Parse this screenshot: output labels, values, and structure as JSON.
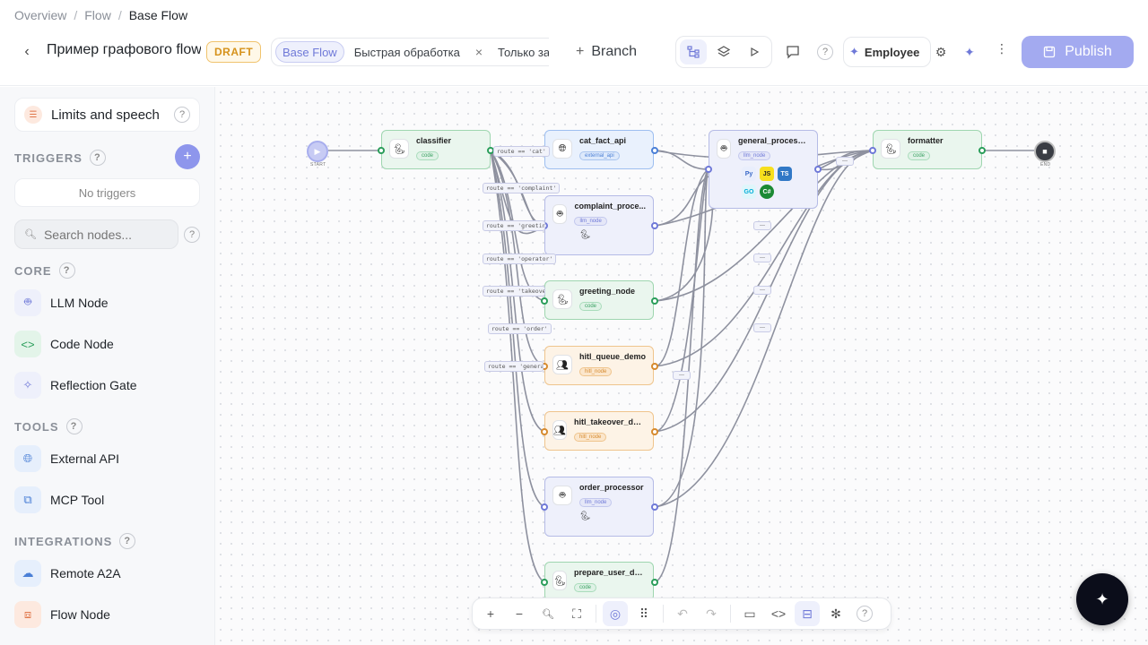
{
  "breadcrumb": [
    "Overview",
    "Flow",
    "Base Flow"
  ],
  "header": {
    "title": "Пример графового flow",
    "draft_badge": "DRAFT",
    "tabs": [
      "Base Flow",
      "Быстрая обработка",
      "Только зак"
    ],
    "branch_label": "Branch",
    "employee_label": "Employee",
    "publish_label": "Publish"
  },
  "sidebar": {
    "limits_label": "Limits and speech",
    "triggers_title": "TRIGGERS",
    "no_triggers": "No triggers",
    "search_placeholder": "Search nodes...",
    "core_title": "CORE",
    "core_items": [
      "LLM Node",
      "Code Node",
      "Reflection Gate"
    ],
    "tools_title": "TOOLS",
    "tools_items": [
      "External API",
      "MCP Tool"
    ],
    "integrations_title": "INTEGRATIONS",
    "integrations_items": [
      "Remote A2A",
      "Flow Node"
    ],
    "help": "?"
  },
  "canvas": {
    "start_label": "START",
    "end_label": "END",
    "nodes": {
      "classifier": {
        "title": "classifier",
        "type": "code"
      },
      "cat_fact_api": {
        "title": "cat_fact_api",
        "type": "external_api"
      },
      "general_processor": {
        "title": "general_processor",
        "type": "llm_node"
      },
      "formatter": {
        "title": "formatter",
        "type": "code"
      },
      "complaint_processor": {
        "title": "complaint_proce...",
        "type": "llm_node"
      },
      "greeting_node": {
        "title": "greeting_node",
        "type": "code"
      },
      "hitl_queue_demo": {
        "title": "hitl_queue_demo",
        "type": "hitl_node"
      },
      "hitl_takeover_demo": {
        "title": "hitl_takeover_demo",
        "type": "hitl_node"
      },
      "order_processor": {
        "title": "order_processor",
        "type": "llm_node"
      },
      "prepare_user_data": {
        "title": "prepare_user_data",
        "type": "code"
      }
    },
    "edge_labels": [
      "route == 'cat'",
      "route == 'complaint'",
      "route == 'greeting'",
      "route == 'operator'",
      "route == 'takeover'",
      "route == 'order'",
      "route == 'general'"
    ],
    "langs": [
      "Py",
      "JS",
      "TS",
      "GO",
      "C#"
    ]
  },
  "colors": {
    "accent": "#6f79d8",
    "publish_bg": "#a3aaf0",
    "draft": "#d6921b",
    "code_green": "#2a9d5a",
    "hitl_orange": "#d68a2e"
  }
}
